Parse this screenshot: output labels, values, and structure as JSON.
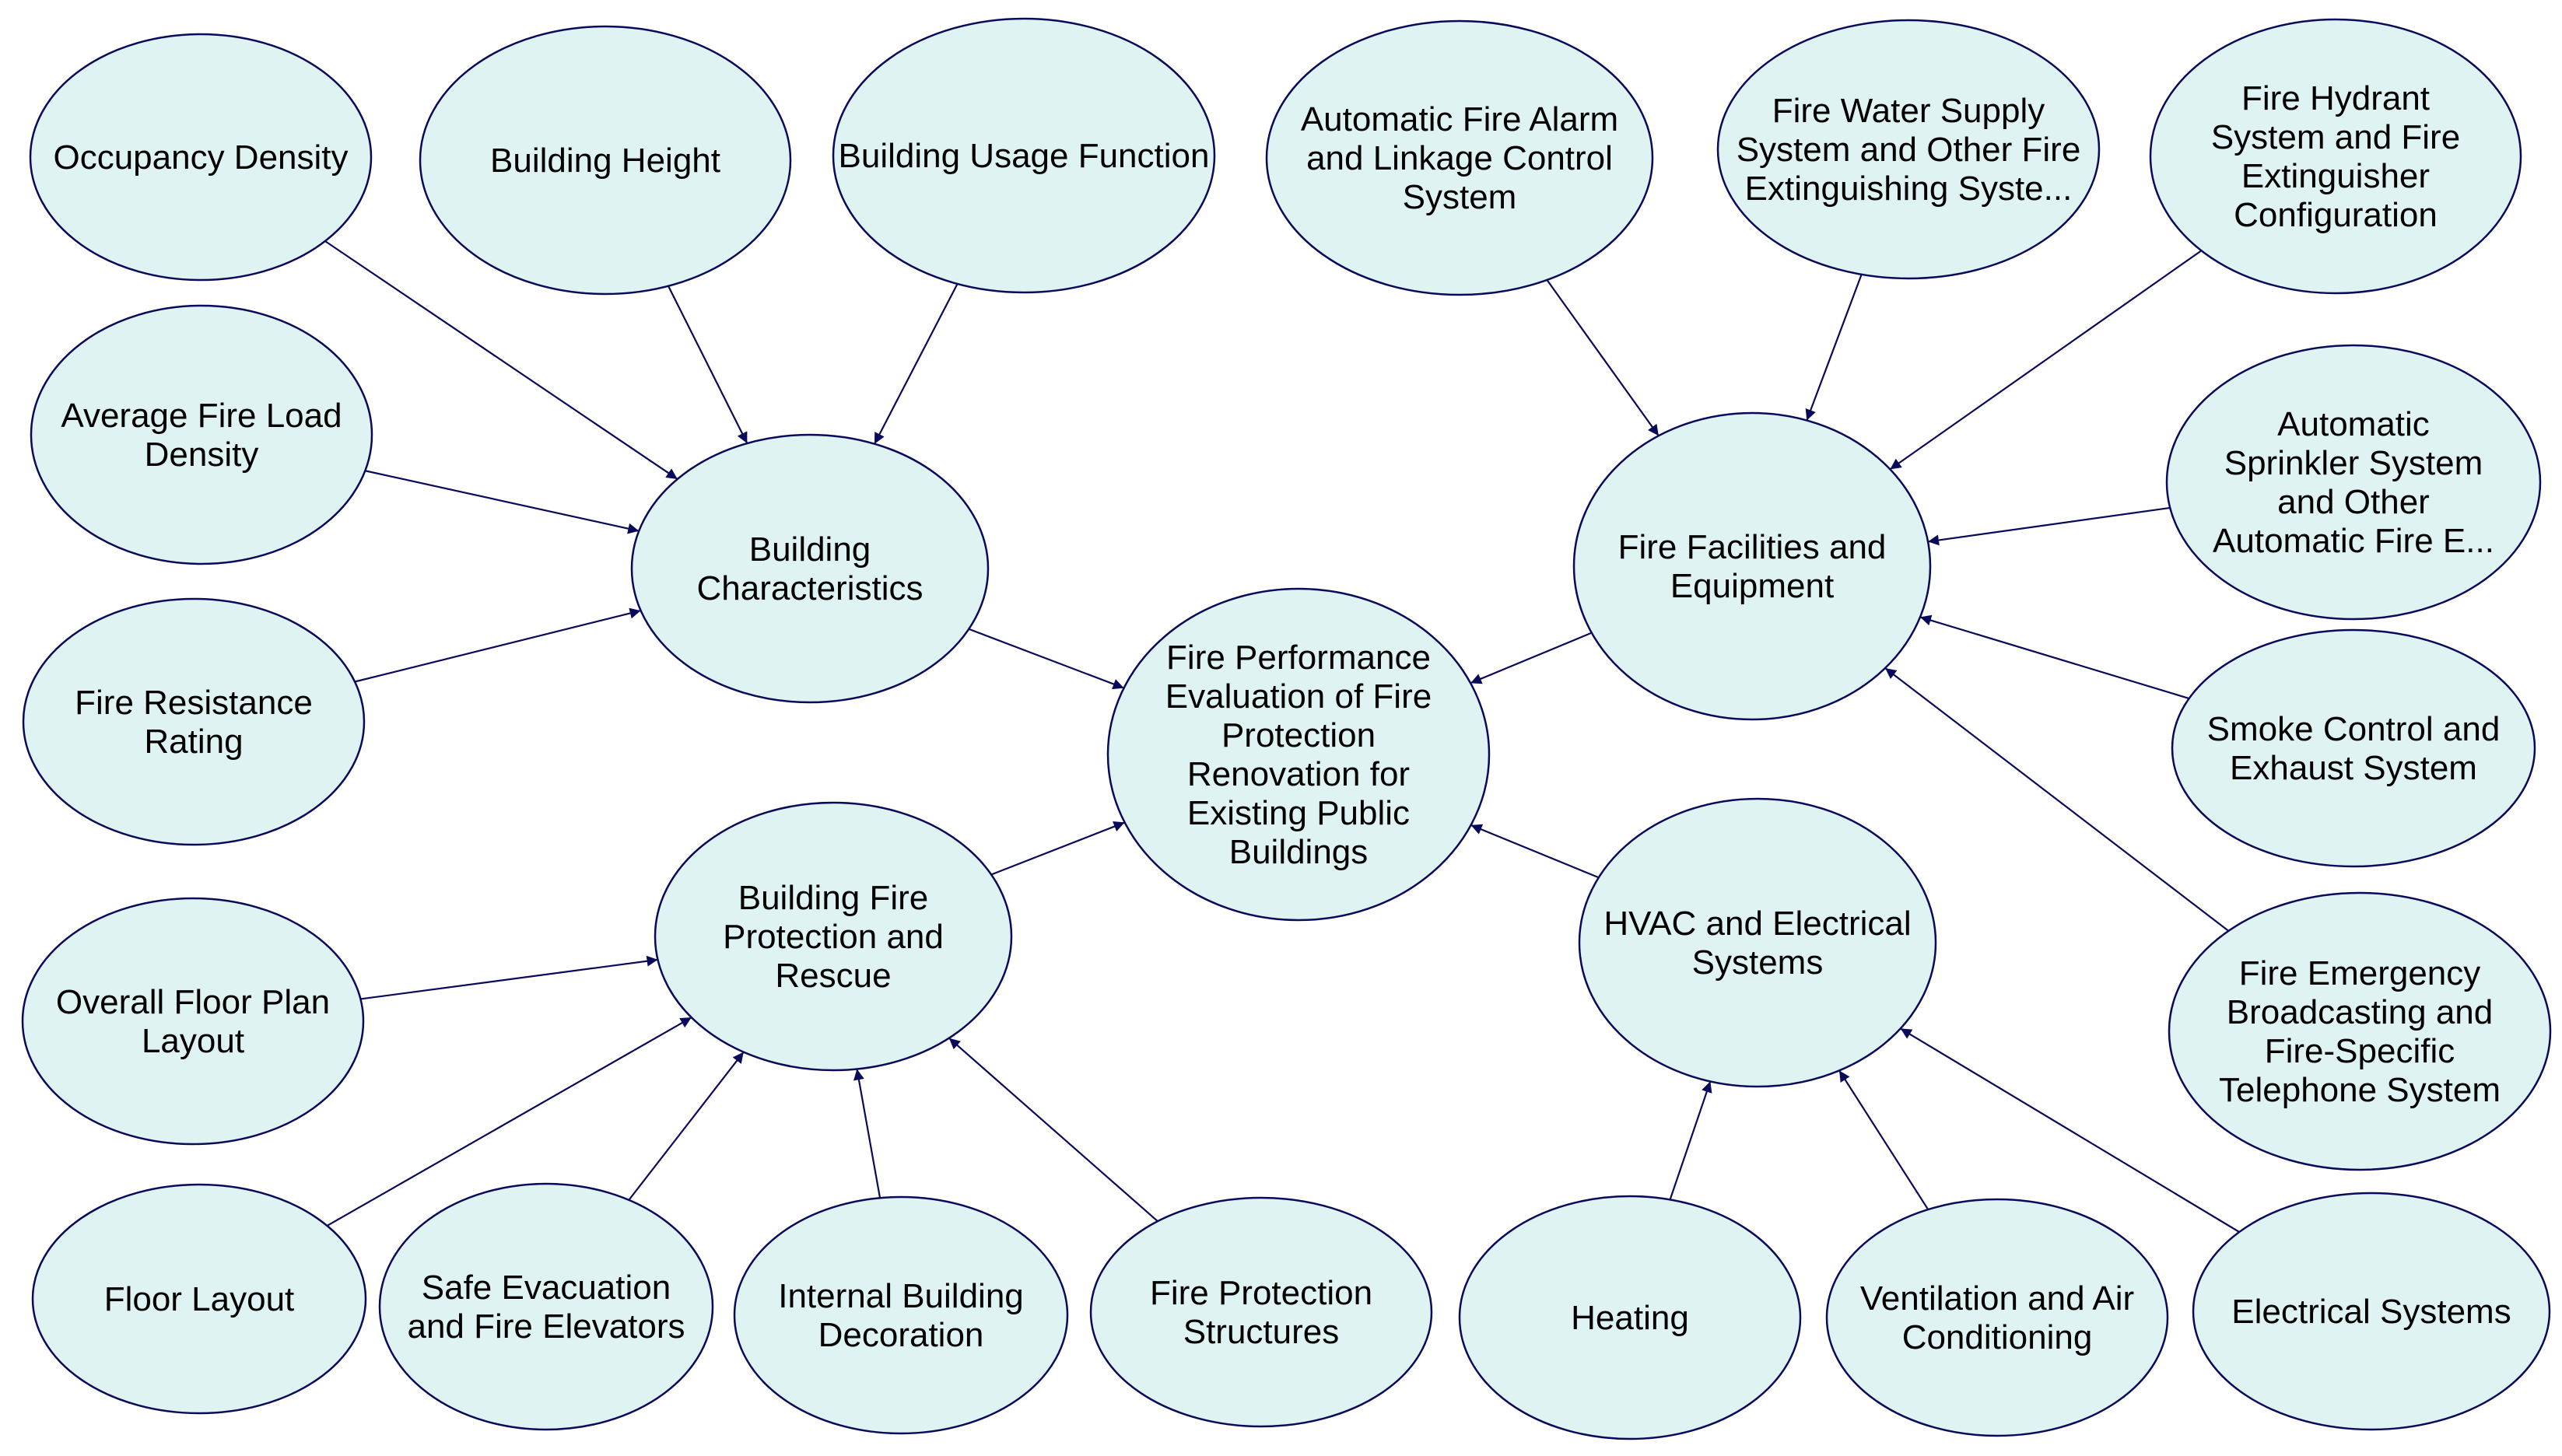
{
  "diagram": {
    "nodes": {
      "center": "Fire Performance\nEvaluation of Fire\nProtection\nRenovation for\nExisting Public\nBuildings",
      "building_characteristics": "Building\nCharacteristics",
      "building_fire_protection": "Building Fire\nProtection and\nRescue",
      "fire_facilities": "Fire Facilities and\nEquipment",
      "hvac": "HVAC and Electrical\nSystems",
      "occupancy_density": "Occupancy Density",
      "building_height": "Building Height",
      "building_usage": "Building Usage Function",
      "avg_fire_load": "Average Fire Load\nDensity",
      "fire_resistance": "Fire Resistance\nRating",
      "overall_floor_plan": "Overall Floor Plan\nLayout",
      "floor_layout": "Floor Layout",
      "safe_evacuation": "Safe Evacuation\nand Fire Elevators",
      "internal_decoration": "Internal Building\nDecoration",
      "fire_protection_structures": "Fire Protection\nStructures",
      "auto_fire_alarm": "Automatic Fire Alarm\nand Linkage Control\nSystem",
      "fire_water_supply": "Fire Water Supply\nSystem and Other Fire\nExtinguishing Syste...",
      "fire_hydrant": "Fire Hydrant\nSystem and Fire\nExtinguisher\nConfiguration",
      "auto_sprinkler": "Automatic\nSprinkler System\nand Other\nAutomatic Fire E...",
      "smoke_control": "Smoke Control and\nExhaust System",
      "fire_emergency_broadcast": "Fire Emergency\nBroadcasting and\nFire-Specific\nTelephone System",
      "heating": "Heating",
      "ventilation": "Ventilation and Air\nConditioning",
      "electrical_systems": "Electrical Systems"
    },
    "edges": [
      [
        "occupancy_density",
        "building_characteristics"
      ],
      [
        "building_height",
        "building_characteristics"
      ],
      [
        "building_usage",
        "building_characteristics"
      ],
      [
        "avg_fire_load",
        "building_characteristics"
      ],
      [
        "fire_resistance",
        "building_characteristics"
      ],
      [
        "building_characteristics",
        "center"
      ],
      [
        "overall_floor_plan",
        "building_fire_protection"
      ],
      [
        "floor_layout",
        "building_fire_protection"
      ],
      [
        "safe_evacuation",
        "building_fire_protection"
      ],
      [
        "internal_decoration",
        "building_fire_protection"
      ],
      [
        "fire_protection_structures",
        "building_fire_protection"
      ],
      [
        "building_fire_protection",
        "center"
      ],
      [
        "auto_fire_alarm",
        "fire_facilities"
      ],
      [
        "fire_water_supply",
        "fire_facilities"
      ],
      [
        "fire_hydrant",
        "fire_facilities"
      ],
      [
        "auto_sprinkler",
        "fire_facilities"
      ],
      [
        "smoke_control",
        "fire_facilities"
      ],
      [
        "fire_emergency_broadcast",
        "fire_facilities"
      ],
      [
        "fire_facilities",
        "center"
      ],
      [
        "heating",
        "hvac"
      ],
      [
        "ventilation",
        "hvac"
      ],
      [
        "electrical_systems",
        "hvac"
      ],
      [
        "hvac",
        "center"
      ]
    ],
    "colors": {
      "node_fill": "#e0f3f3",
      "node_stroke": "#0a0a5a",
      "edge": "#0a0a5a"
    }
  }
}
